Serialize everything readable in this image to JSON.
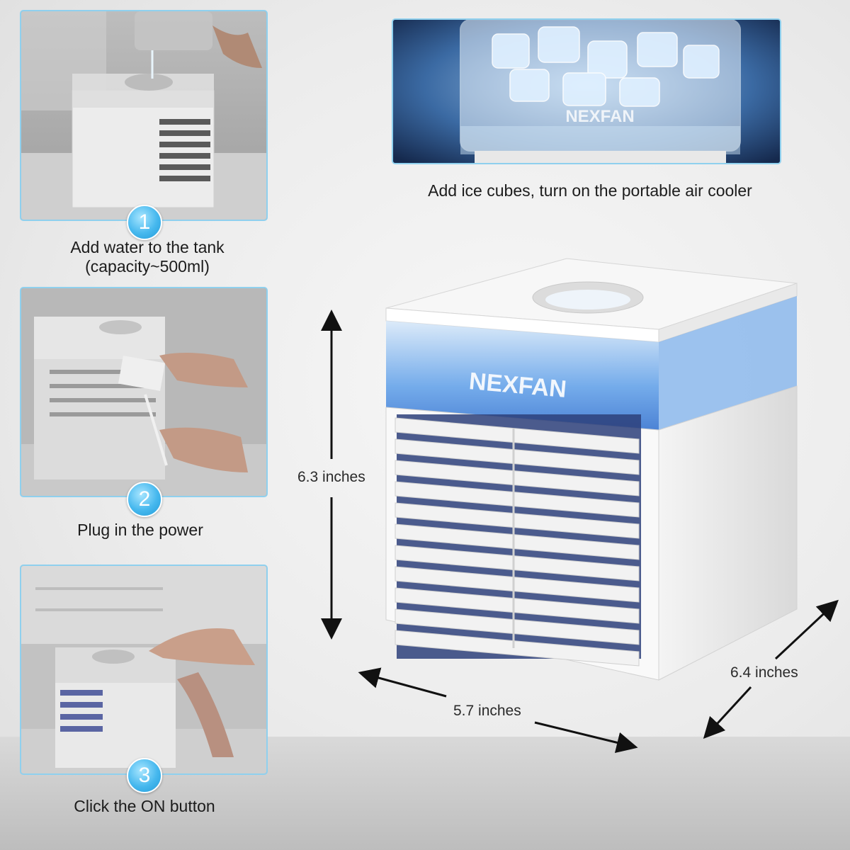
{
  "steps": [
    {
      "number": "1",
      "caption_line1": "Add water to the tank",
      "caption_line2": "(capacity~500ml)"
    },
    {
      "number": "2",
      "caption_line1": "Plug in the power"
    },
    {
      "number": "3",
      "caption_line1": "Click the ON button"
    }
  ],
  "ice_caption": "Add ice cubes, turn on the portable air cooler",
  "brand": "NEXFAN",
  "dimensions": {
    "height": "6.3 inches",
    "width": "5.7 inches",
    "depth": "6.4 inches"
  },
  "colors": {
    "accent": "#46b8ee",
    "panel_border": "#8fd0ee",
    "tank_glow": "#3f86e6"
  }
}
